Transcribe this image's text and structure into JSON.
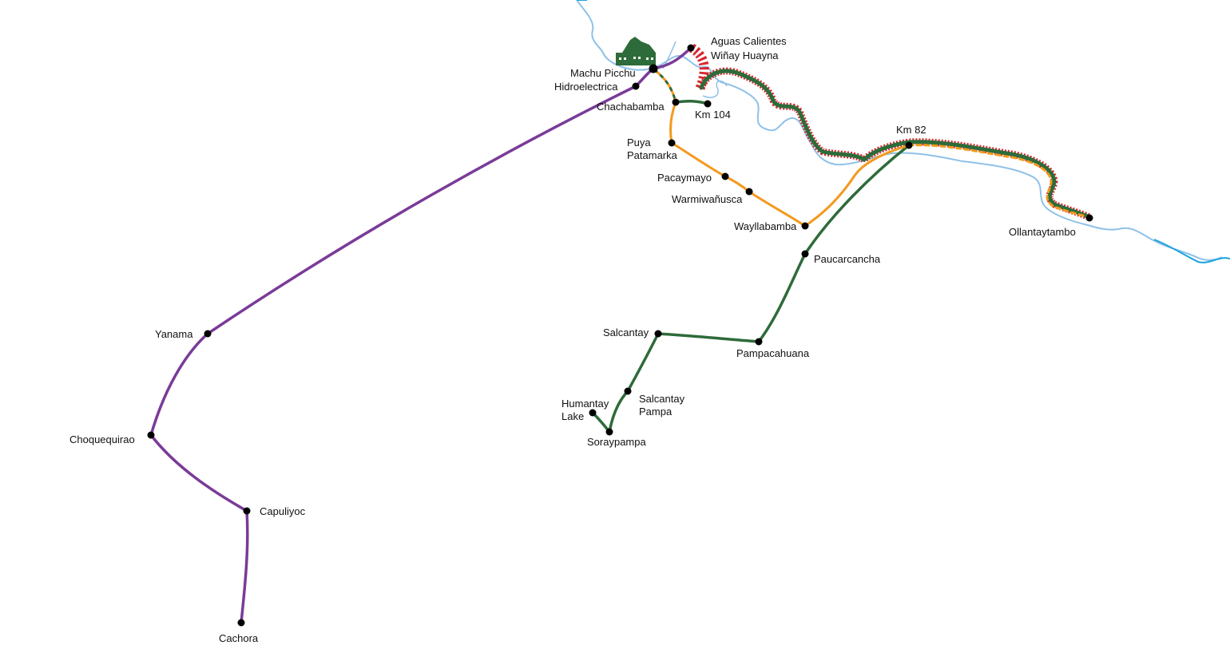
{
  "colors": {
    "purple_route": "#7a3b98",
    "orange_route": "#f39a1e",
    "green_route": "#2e6b3a",
    "railway": "#d7282f",
    "river_light": "#8fc1e8",
    "river_dark": "#1aa3dc",
    "station": "#000000"
  },
  "icons": {
    "ruins": "machu-picchu-ruins-icon"
  },
  "stations": {
    "aguas_calientes": "Aguas Calientes",
    "winay_huayna": "Wiñay Huayna",
    "machu_picchu": "Machu Picchu",
    "hidroelectrica": "Hidroelectrica",
    "chachabamba": "Chachabamba",
    "km104": "Km 104",
    "puya": "Puya",
    "patamarka": "Patamarka",
    "pacaymayo": "Pacaymayo",
    "warmiwanusca": "Warmiwañusca",
    "wayllabamba": "Wayllabamba",
    "km82": "Km 82",
    "ollantaytambo": "Ollantaytambo",
    "paucarcancha": "Paucarcancha",
    "salcantay": "Salcantay",
    "pampacahuana": "Pampacahuana",
    "salcantay_pampa_1": "Salcantay",
    "salcantay_pampa_2": "Pampa",
    "humantay_1": "Humantay",
    "humantay_2": "Lake",
    "soraypampa": "Soraypampa",
    "yanama": "Yanama",
    "choquequirao": "Choquequirao",
    "capuliyoc": "Capuliyoc",
    "cachora": "Cachora"
  }
}
